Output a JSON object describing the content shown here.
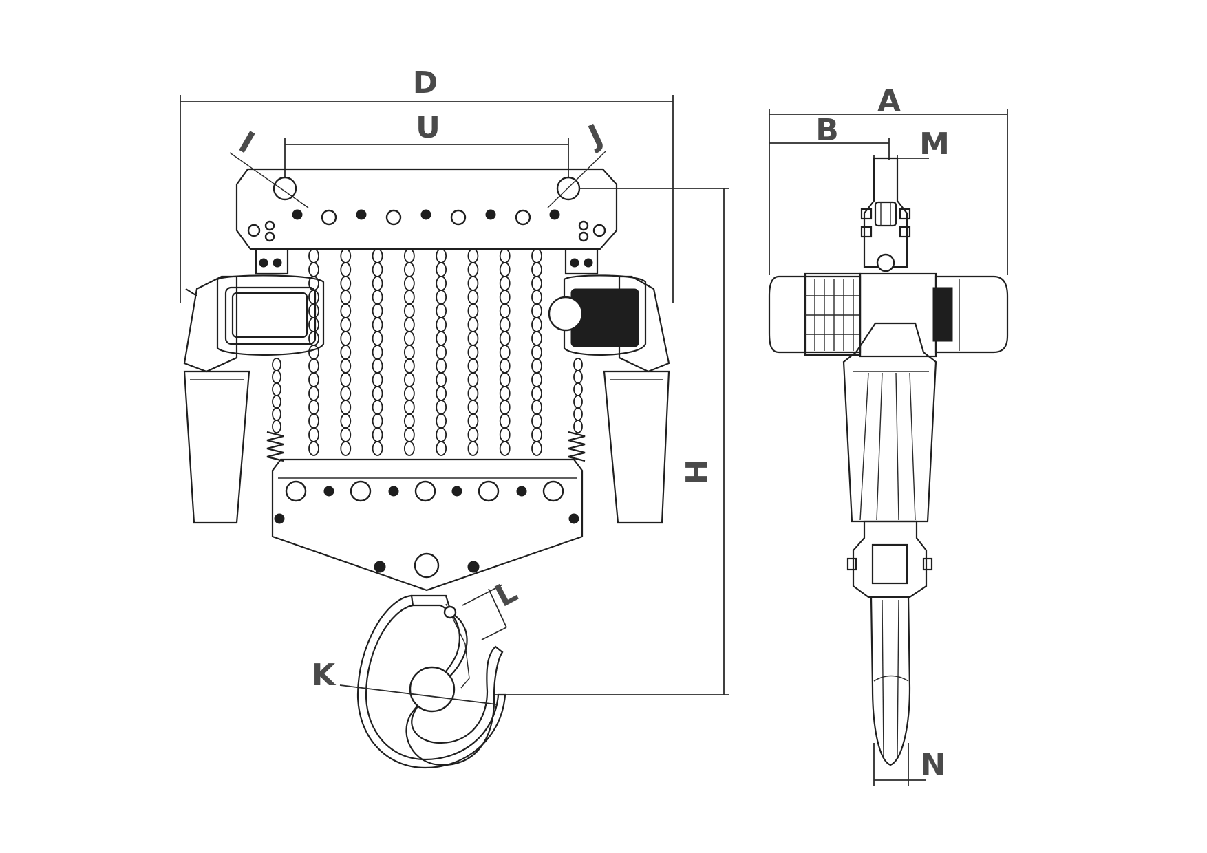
{
  "dimension_labels": {
    "D": "D",
    "U": "U",
    "I": "I",
    "J": "J",
    "H": "H",
    "K": "K",
    "L": "L",
    "A": "A",
    "B": "B",
    "M": "M",
    "N": "N"
  },
  "chain_falls": 8
}
